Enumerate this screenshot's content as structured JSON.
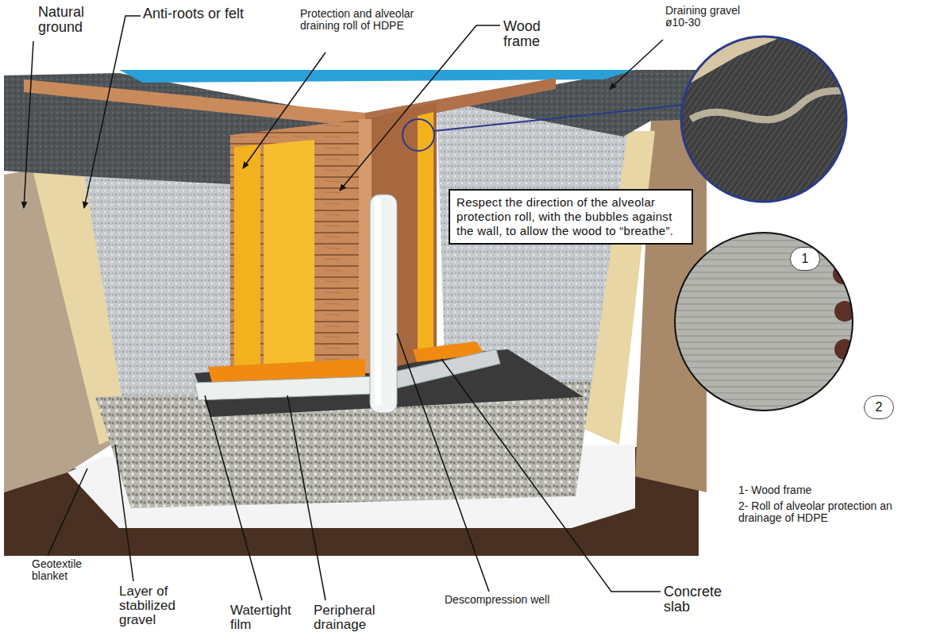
{
  "diagram": {
    "nodes": [
      {
        "text": [
          "Respect the direction of the alveolar protection roll, with the bubbles against the wall, to allow the wood to “breathe”."
        ]
      },
      {
        "text": [
          "1"
        ]
      },
      {
        "text": [
          "2"
        ]
      }
    ],
    "labels": [
      "Natural ground",
      "Anti-roots or felt",
      "Protection and alveolar draining roll of HDPE",
      "Wood frame",
      "Draining gravel ø10-30",
      "Geotextile blanket",
      "Layer of stabilized gravel",
      "Watertight film",
      "Peripheral drainage",
      "Descompression well",
      "Concrete slab",
      "1- Wood frame",
      "2- Roll of alveolar protection an drainage of HDPE"
    ]
  }
}
